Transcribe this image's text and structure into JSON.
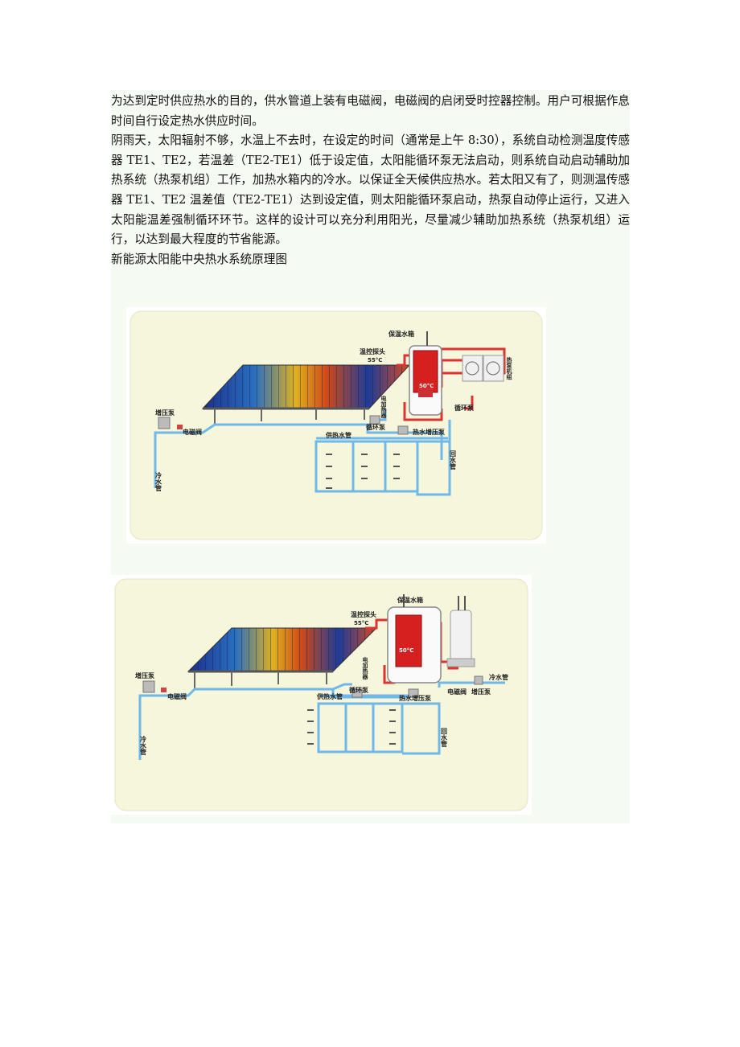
{
  "document": {
    "paragraphs": [
      "为达到定时供应热水的目的，供水管道上装有电磁阀，电磁阀的启闭受时控器控制。用户可根据作息时间自行设定热水供应时间。",
      "阴雨天，太阳辐射不够，水温上不去时，在设定的时间（通常是上午 8:30），系统自动检测温度传感器 TE1、TE2，若温差（TE2-TE1）低于设定值，太阳能循环泵无法启动，则系统自动启动辅助加热系统（热泵机组）工作，加热水箱内的冷水。以保证全天候供应热水。若太阳又有了，则测温传感器 TE1、TE2 温差值（TE2-TE1）达到设定值，则太阳能循环泵启动，热泵自动停止运行，又进入太阳能温差强制循环环节。这样的设计可以充分利用阳光，尽量减少辅助加热系统（热泵机组）运行，以达到最大程度的节省能源。",
      "新能源太阳能中央热水系统原理图"
    ]
  },
  "figure1": {
    "tank_label": "保温水箱",
    "sensor_label": "温控探头",
    "sensor_temp": "55°C",
    "tank_temp": "50°C",
    "heatpump_label": "热泵机组",
    "booster_pump": "增压泵",
    "solenoid_valve": "电磁阀",
    "cold_water_pipe": "冷水管",
    "supply_pipe": "供热水管",
    "circ_pump_1": "循环泵",
    "circ_pump_2": "循环泵",
    "electric_heater": "电加热器",
    "hot_booster": "热水增压泵",
    "return_pipe": "回水管"
  },
  "figure2": {
    "tank_label": "保温水箱",
    "sensor_label": "温控探头",
    "sensor_temp": "55°C",
    "tank_temp": "50°C",
    "booster_pump": "增压泵",
    "solenoid_valve": "电磁阀",
    "cold_water_pipe": "冷水管",
    "supply_pipe": "供热水管",
    "circ_pump": "循环泵",
    "electric_heater": "电加热器",
    "hot_booster": "热水增压泵",
    "return_pipe": "回水管",
    "right_solenoid": "电磁阀",
    "right_booster": "增压泵",
    "right_cold_pipe": "冷水管"
  }
}
